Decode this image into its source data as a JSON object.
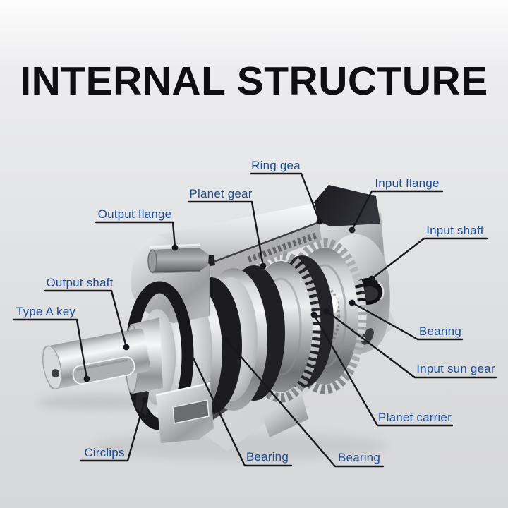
{
  "title": "INTERNAL STRUCTURE",
  "diagram_subject": "planetary-gearbox-cutaway",
  "colors": {
    "label_blue": "#1d4c96",
    "leader_dark": "#17171d",
    "title_black": "#0f0f11",
    "background_top": "#fdfdfe",
    "background_bottom": "#d6d7d9",
    "metal_light": "#f2f3f5",
    "metal_dark": "#8f9093",
    "seal_black": "#17171c"
  },
  "labels": {
    "ring_gear": {
      "text": "Ring gea"
    },
    "planet_gear": {
      "text": "Planet gear"
    },
    "input_flange": {
      "text": "Input flange"
    },
    "output_flange": {
      "text": "Output flange"
    },
    "output_shaft": {
      "text": "Output shaft"
    },
    "type_a_key": {
      "text": "Type A key"
    },
    "input_shaft": {
      "text": "Input shaft"
    },
    "bearing_right": {
      "text": "Bearing"
    },
    "input_sun_gear": {
      "text": "Input sun gear"
    },
    "planet_carrier": {
      "text": "Planet carrier"
    },
    "circlips": {
      "text": "Circlips"
    },
    "bearing_bottom_left": {
      "text": "Bearing"
    },
    "bearing_bottom_right": {
      "text": "Bearing"
    }
  }
}
